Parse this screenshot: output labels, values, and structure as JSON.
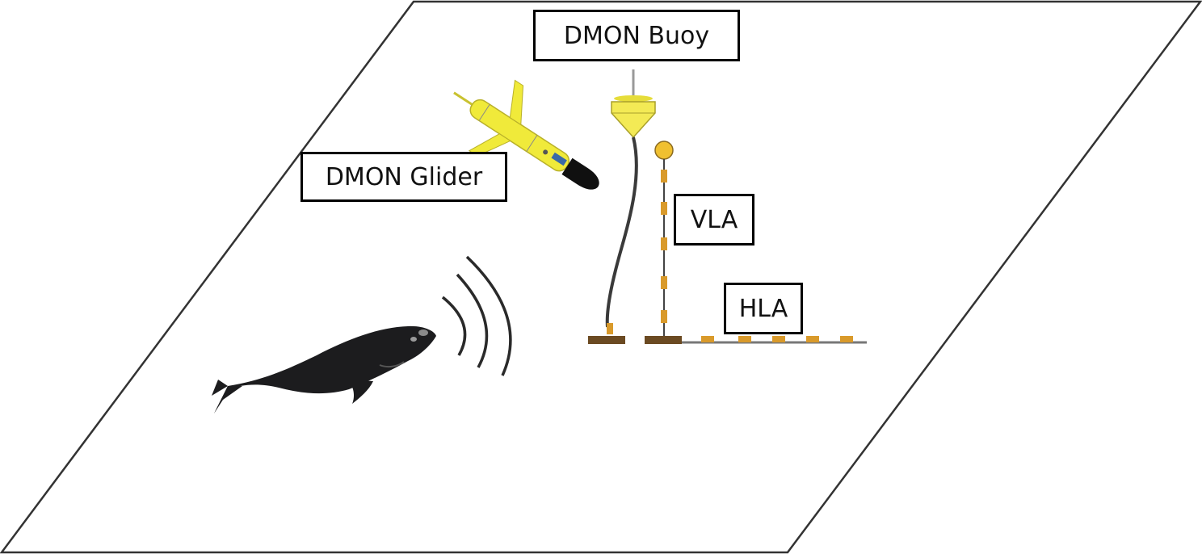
{
  "labels": {
    "buoy": "DMON Buoy",
    "glider": "DMON Glider",
    "vla": "VLA",
    "hla": "HLA"
  },
  "icons": [
    "ocean-plane",
    "whale-icon",
    "sound-waves-icon",
    "glider-icon",
    "buoy-icon",
    "vla-array-icon",
    "hla-array-icon"
  ],
  "colors": {
    "plane_stroke": "#333333",
    "whale": "#1c1c1e",
    "glider_body": "#f0ea3a",
    "buoy": "#f3ea55",
    "hydrophone": "#d99a2b",
    "anchor": "#6b4a22",
    "cable": "#3a3a3a"
  }
}
